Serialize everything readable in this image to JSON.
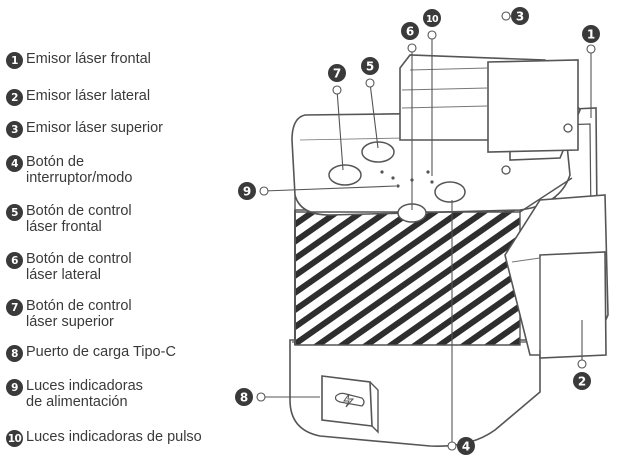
{
  "legend": [
    {
      "num": "1",
      "text": "Emisor láser frontal"
    },
    {
      "num": "2",
      "text": "Emisor láser lateral"
    },
    {
      "num": "3",
      "text": "Emisor láser superior"
    },
    {
      "num": "4",
      "text": "Botón de\ninterruptor/modo"
    },
    {
      "num": "5",
      "text": "Botón de control\nláser frontal"
    },
    {
      "num": "6",
      "text": "Botón de control\nláser lateral"
    },
    {
      "num": "7",
      "text": "Botón de control\nláser superior"
    },
    {
      "num": "8",
      "text": "Puerto de carga Tipo-C"
    },
    {
      "num": "9",
      "text": "Luces indicadoras\nde alimentación"
    },
    {
      "num": "10",
      "text": "Luces indicadoras de pulso"
    }
  ],
  "callouts": [
    "1",
    "2",
    "3",
    "4",
    "5",
    "6",
    "7",
    "8",
    "9",
    "10"
  ],
  "icons": {
    "charge_port": "lightning-icon"
  },
  "colors": {
    "badge": "#3a3a3a",
    "outline": "#555555",
    "body": "#ffffff"
  }
}
